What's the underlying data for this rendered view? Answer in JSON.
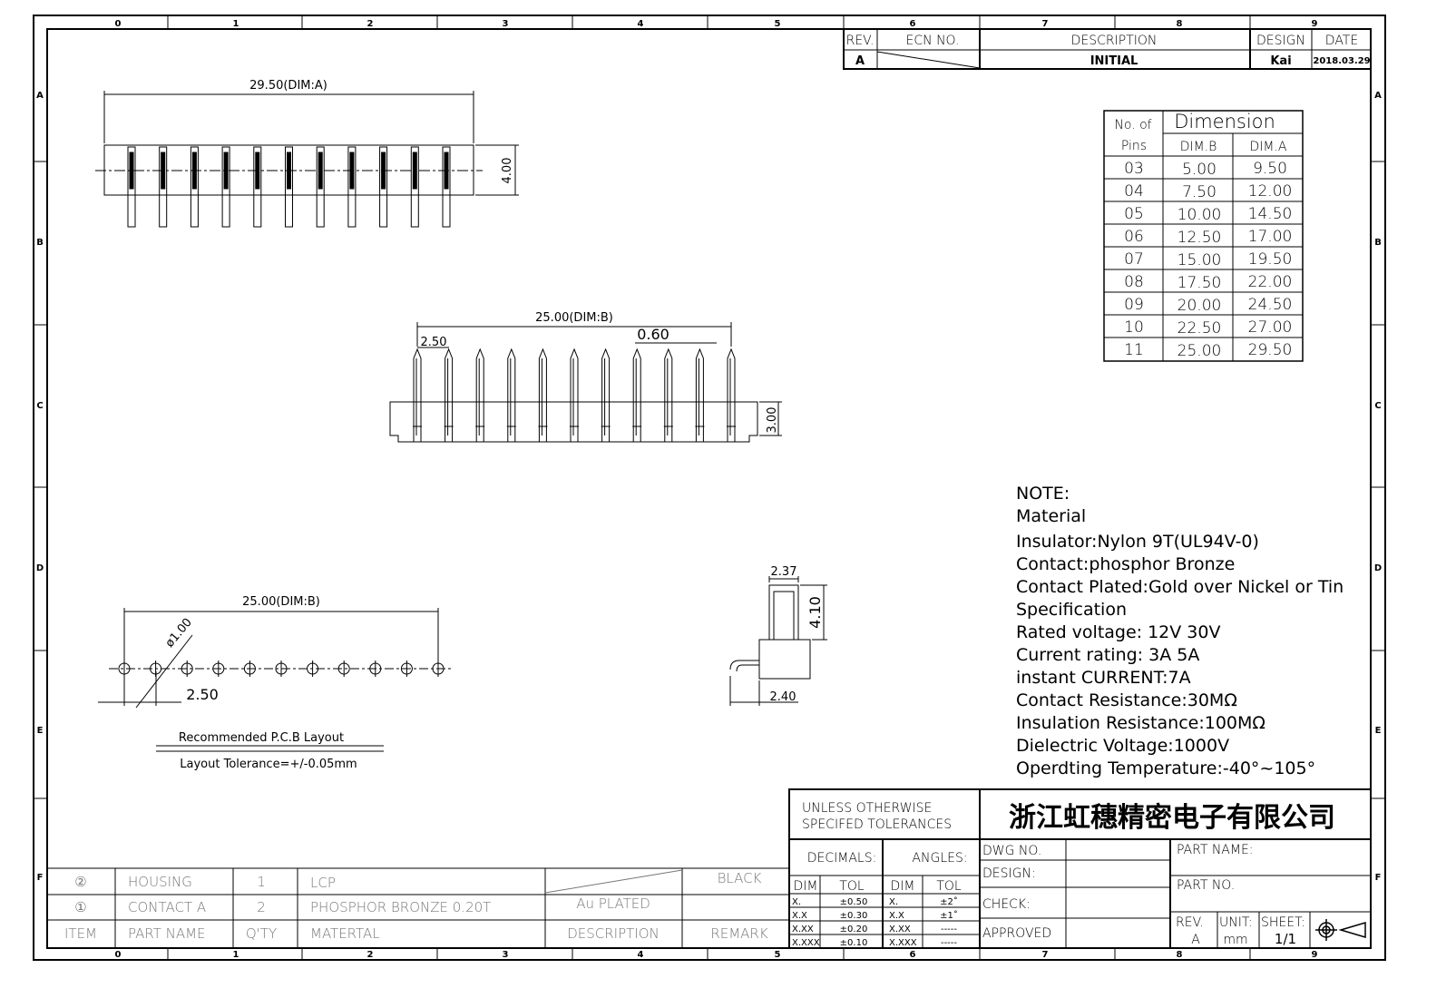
{
  "zones": {
    "columns": [
      "0",
      "1",
      "2",
      "3",
      "4",
      "5",
      "6",
      "7",
      "8",
      "9"
    ],
    "rows": [
      "A",
      "B",
      "C",
      "D",
      "E",
      "F"
    ]
  },
  "revision_table": {
    "headers": {
      "rev": "REV.",
      "ecn": "ECN NO.",
      "description": "DESCRIPTION",
      "design": "DESIGN",
      "date": "DATE"
    },
    "row": {
      "rev": "A",
      "description": "INITIAL",
      "design": "Kai",
      "date": "2018.03.29"
    }
  },
  "dimensions": {
    "top_view_width": "29.50(DIM:A)",
    "top_view_height": "4.00",
    "front_span": "25.00(DIM:B)",
    "front_pitch": "2.50",
    "front_pin_width": "0.60",
    "front_height": "3.00",
    "pcb_span": "25.00(DIM:B)",
    "pcb_hole": "ø1.00",
    "pcb_pitch": "2.50",
    "side_top": "2.37",
    "side_height": "4.10",
    "side_bottom": "2.40"
  },
  "pcb_layout": {
    "title": "Recommended P.C.B Layout",
    "tolerance": "Layout Tolerance=+/-0.05mm"
  },
  "dimension_table": {
    "header_pins_1": "No. of",
    "header_pins_2": "Pins",
    "header_dimension": "Dimension",
    "header_dimb": "DIM.B",
    "header_dima": "DIM.A",
    "rows": [
      {
        "pins": "03",
        "dimb": "5.00",
        "dima": "9.50"
      },
      {
        "pins": "04",
        "dimb": "7.50",
        "dima": "12.00"
      },
      {
        "pins": "05",
        "dimb": "10.00",
        "dima": "14.50"
      },
      {
        "pins": "06",
        "dimb": "12.50",
        "dima": "17.00"
      },
      {
        "pins": "07",
        "dimb": "15.00",
        "dima": "19.50"
      },
      {
        "pins": "08",
        "dimb": "17.50",
        "dima": "22.00"
      },
      {
        "pins": "09",
        "dimb": "20.00",
        "dima": "24.50"
      },
      {
        "pins": "10",
        "dimb": "22.50",
        "dima": "27.00"
      },
      {
        "pins": "11",
        "dimb": "25.00",
        "dima": "29.50"
      }
    ]
  },
  "notes": [
    "NOTE:",
    "Material",
    "Insulator:Nylon 9T(UL94V-0)",
    "Contact:phosphor Bronze",
    "Contact Plated:Gold over Nickel or Tin",
    "Specification",
    "Rated voltage: 12V 30V",
    " Current rating: 3A   5A",
    "instant CURRENT:7A",
    "Contact Resistance:30MΩ",
    "Insulation Resistance:100MΩ",
    "Dielectric Voltage:1000V",
    "Operdting Temperature:-40°~105°"
  ],
  "bom": {
    "rows": [
      {
        "item": "②",
        "part": "HOUSING",
        "qty": "1",
        "material": "LCP",
        "description": "",
        "remark": "BLACK"
      },
      {
        "item": "①",
        "part": "CONTACT A",
        "qty": "2",
        "material": "PHOSPHOR BRONZE 0.20T",
        "description": "Au PLATED",
        "remark": ""
      }
    ],
    "headers": {
      "item": "ITEM",
      "part": "PART NAME",
      "qty": "Q'TY",
      "material": "MATERTAL",
      "description": "DESCRIPTION",
      "remark": "REMARK"
    }
  },
  "title_block": {
    "tolerance_title_1": "UNLESS OTHERWISE",
    "tolerance_title_2": "SPECIFED TOLERANCES",
    "company": "浙江虹穗精密电子有限公司",
    "decimals": "DECIMALS:",
    "angles": "ANGLES:",
    "dim": "DIM",
    "tol": "TOL",
    "decimal_rows": [
      [
        "X.",
        "±0.50"
      ],
      [
        "X.X",
        "±0.30"
      ],
      [
        "X.XX",
        "±0.20"
      ],
      [
        "X.XXX",
        "±0.10"
      ]
    ],
    "angle_rows": [
      [
        "X.",
        "±2˚"
      ],
      [
        "X.X",
        "±1˚"
      ],
      [
        "X.XX",
        "-----"
      ],
      [
        "X.XXX",
        "-----"
      ]
    ],
    "dwg_no": "DWG NO.",
    "design": "DESIGN:",
    "check": "CHECK:",
    "approved": "APPROVED",
    "part_name": "PART NAME:",
    "part_no": "PART NO.",
    "rev_label": "REV.",
    "rev_value": "A",
    "unit_label": "UNIT:",
    "unit_value": "mm",
    "sheet_label": "SHEET:",
    "sheet_value": "1/1"
  }
}
